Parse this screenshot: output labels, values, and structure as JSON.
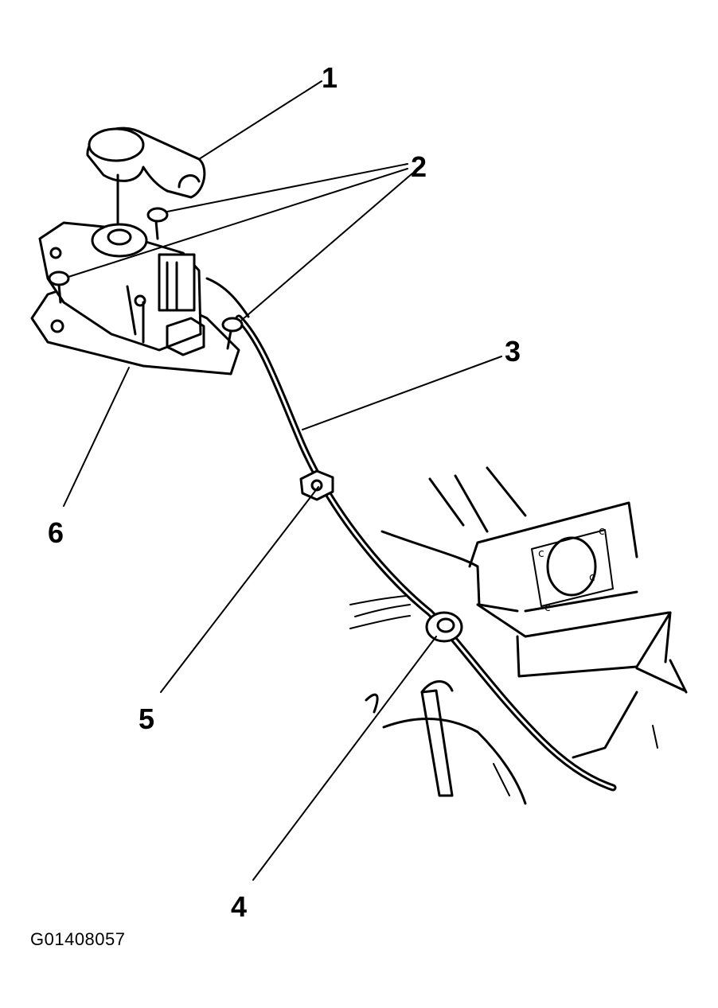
{
  "callouts": {
    "c1": "1",
    "c2": "2",
    "c3": "3",
    "c4": "4",
    "c5": "5",
    "c6": "6"
  },
  "figure_id": "G01408057"
}
